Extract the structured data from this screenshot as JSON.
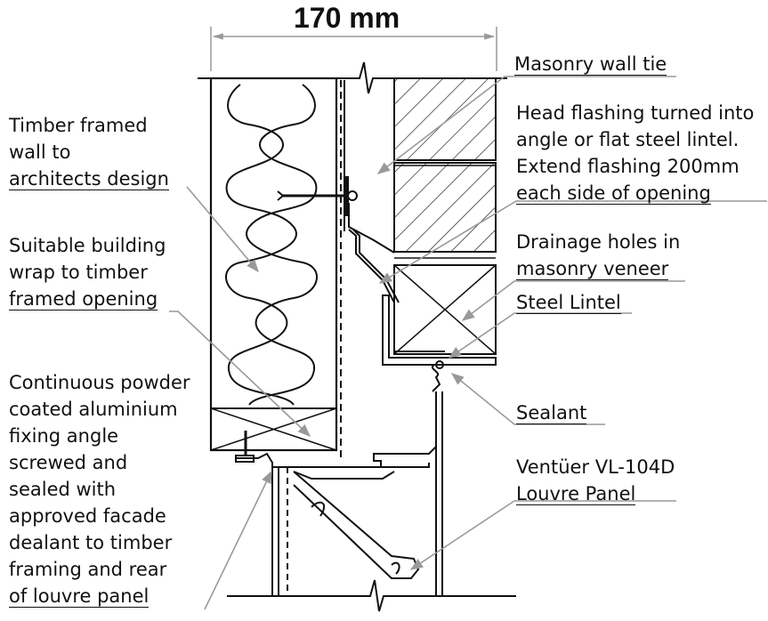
{
  "dimension": {
    "value": "170 mm"
  },
  "labels": {
    "timber_wall": [
      "Timber framed",
      "wall to",
      "architects design"
    ],
    "building_wrap": [
      "Suitable building",
      "wrap to timber",
      "framed opening"
    ],
    "fixing_angle": [
      "Continuous powder",
      "coated aluminium",
      "fixing angle",
      "screwed and",
      "sealed with",
      "approved facade",
      "dealant to timber",
      "framing and rear",
      "of louvre panel"
    ],
    "wall_tie": [
      "Masonry wall tie"
    ],
    "head_flashing": [
      "Head flashing turned into",
      "angle or flat steel lintel.",
      "Extend flashing 200mm",
      "each side of opening"
    ],
    "drainage": [
      "Drainage holes in",
      "masonry veneer"
    ],
    "lintel": [
      "Steel Lintel"
    ],
    "sealant": [
      "Sealant"
    ],
    "louvre": [
      "Ventüer VL-104D",
      "Louvre Panel"
    ]
  }
}
